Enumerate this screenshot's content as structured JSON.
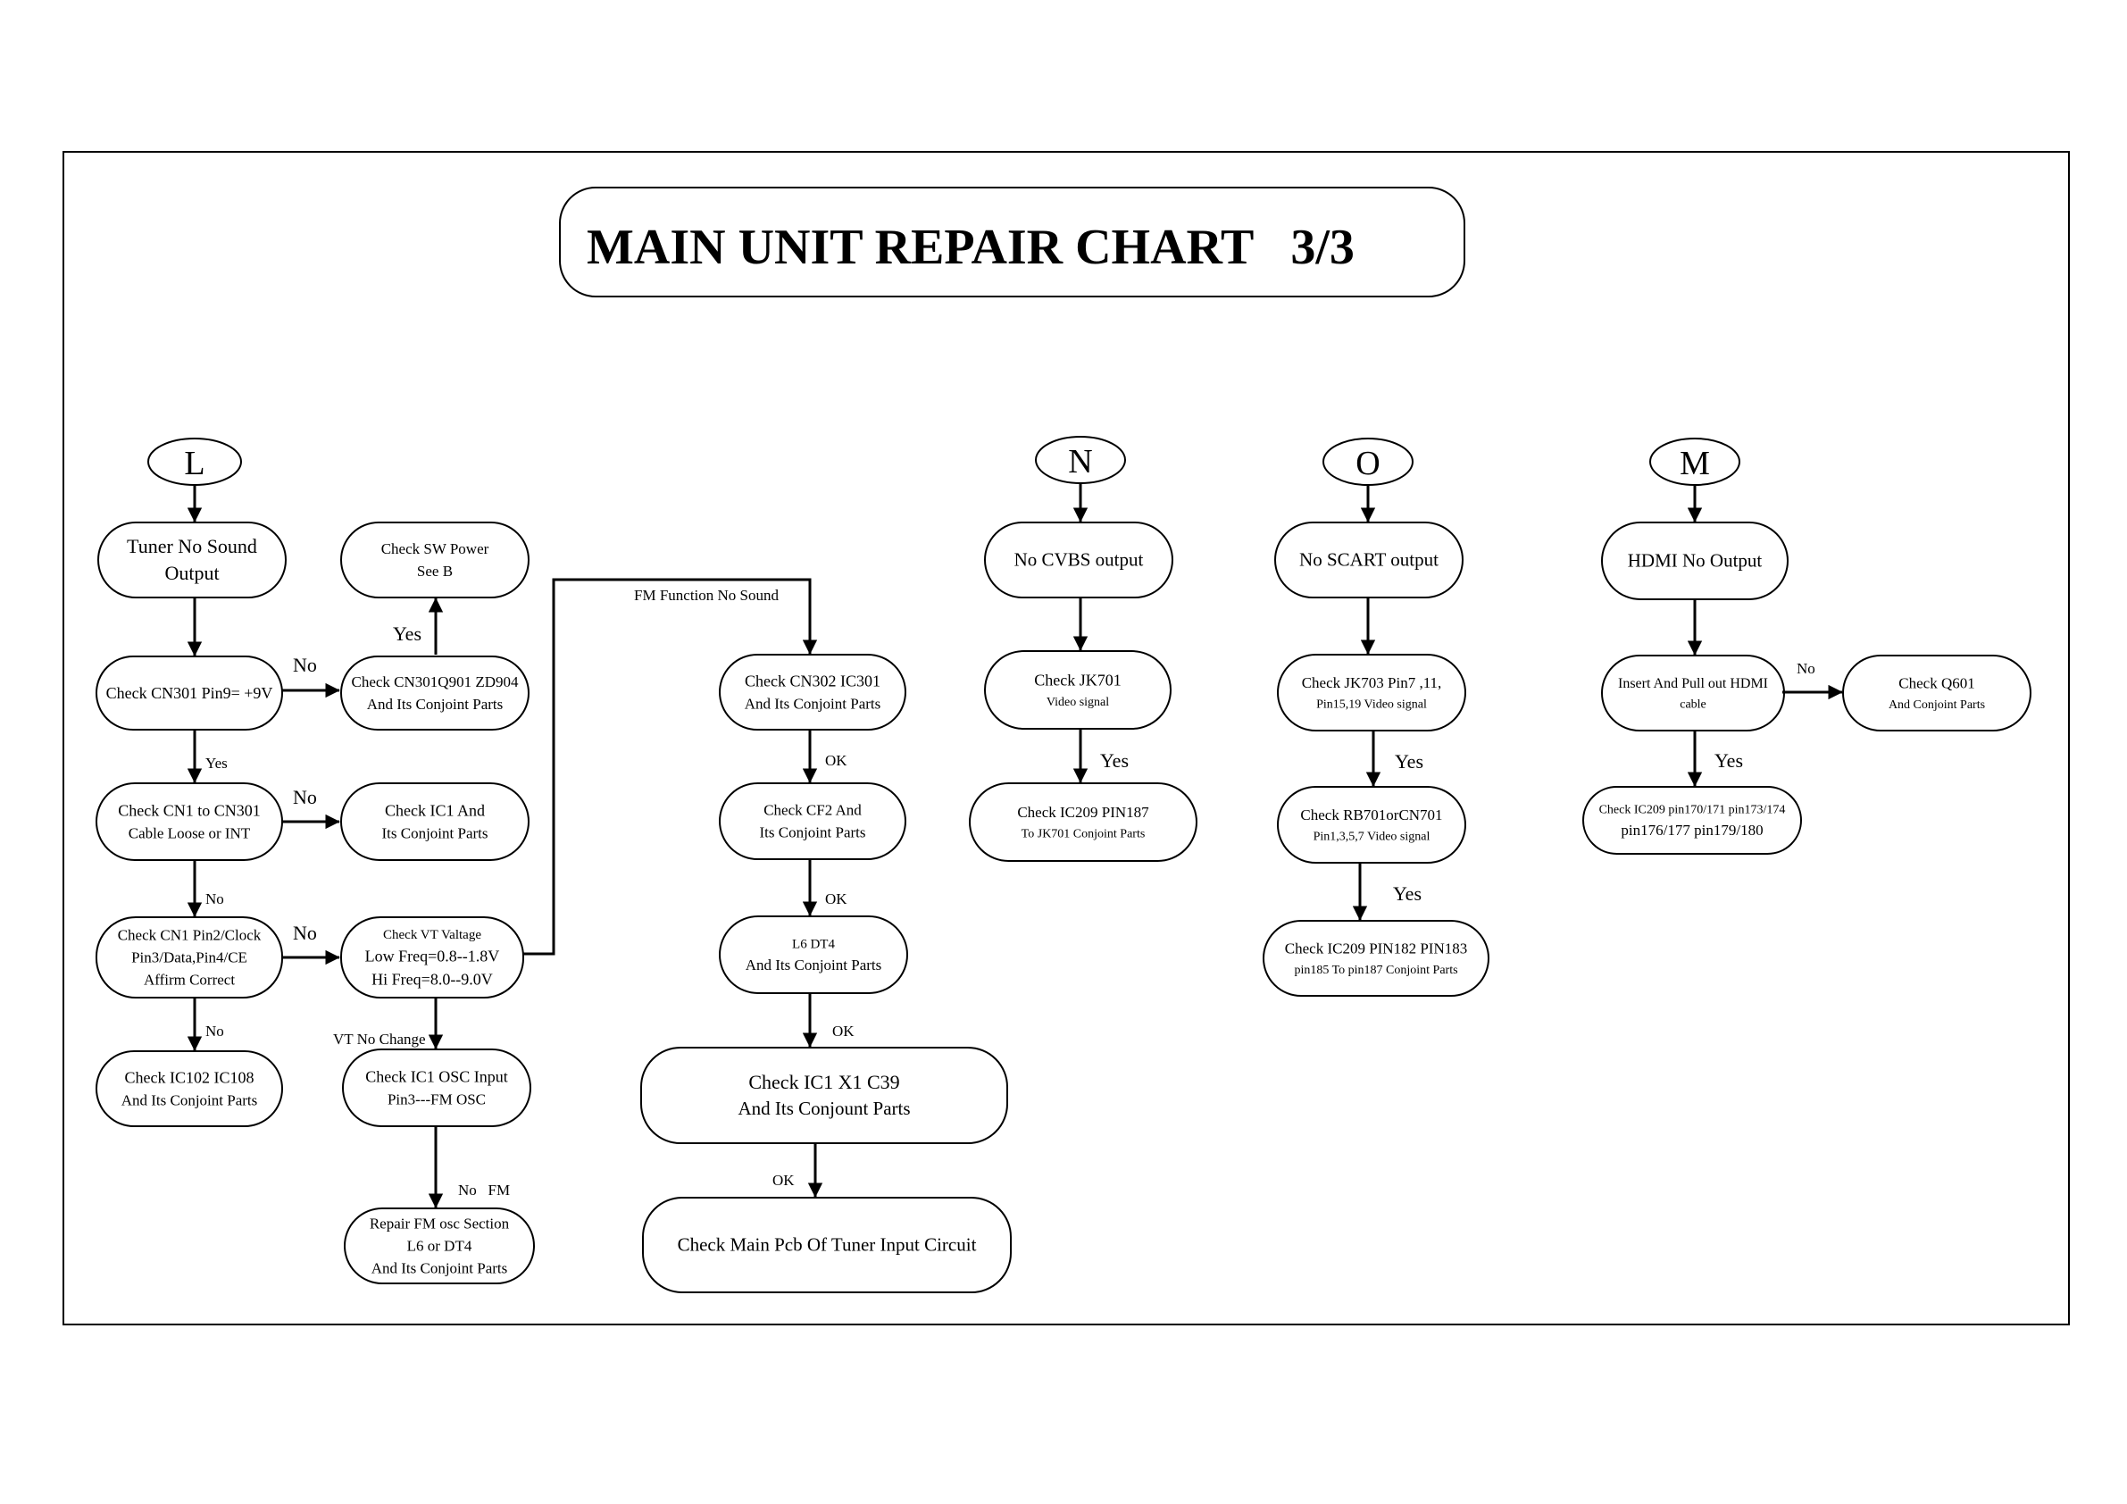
{
  "title": "MAIN UNIT REPAIR CHART   3/3",
  "connectors": {
    "L": "L",
    "N": "N",
    "O": "O",
    "M": "M"
  },
  "nodes": {
    "l_tuner": [
      "Tuner No Sound",
      "Output"
    ],
    "l_check_cn301": [
      "Check CN301 Pin9= +9V"
    ],
    "l_check_cn301q901": [
      "Check CN301Q901 ZD904",
      "And Its Conjoint Parts"
    ],
    "l_check_sw_power": [
      "Check SW Power",
      "See B"
    ],
    "l_check_cn1_cn301": [
      "Check CN1 to CN301",
      "Cable Loose or INT"
    ],
    "l_check_ic1": [
      "Check IC1 And",
      "Its Conjoint Parts"
    ],
    "l_check_cn1_pin2": [
      "Check CN1 Pin2/Clock",
      "Pin3/Data,Pin4/CE",
      "Affirm Correct"
    ],
    "l_check_vt": [
      "Check VT Valtage",
      "Low Freq=0.8--1.8V",
      "Hi Freq=8.0--9.0V"
    ],
    "l_check_ic102": [
      "Check IC102 IC108",
      "And Its Conjoint Parts"
    ],
    "l_check_ic1_osc": [
      "Check IC1 OSC Input",
      "Pin3---FM OSC"
    ],
    "l_repair_fm": [
      "Repair FM osc Section",
      "L6 or DT4",
      "And Its Conjoint Parts"
    ],
    "fm_check_cn302": [
      "Check CN302 IC301",
      "And Its Conjoint Parts"
    ],
    "fm_check_cf2": [
      "Check CF2 And",
      "Its Conjoint Parts"
    ],
    "fm_l6_dt4": [
      "L6 DT4",
      "And Its Conjoint Parts"
    ],
    "fm_check_ic1_x1": [
      "Check IC1 X1 C39",
      "And Its Conjount Parts"
    ],
    "fm_check_main_pcb": [
      "Check Main Pcb Of  Tuner Input Circuit"
    ],
    "n_no_cvbs": [
      "No CVBS output"
    ],
    "n_check_jk701": [
      "Check JK701",
      "Video signal"
    ],
    "n_check_ic209": [
      "Check IC209 PIN187",
      "To JK701  Conjoint Parts"
    ],
    "o_no_scart": [
      "No SCART output"
    ],
    "o_check_jk703": [
      "Check JK703 Pin7 ,11,",
      "Pin15,19 Video signal"
    ],
    "o_check_rb701": [
      "Check RB701orCN701",
      "Pin1,3,5,7 Video signal"
    ],
    "o_check_ic209": [
      "Check IC209 PIN182 PIN183",
      "pin185 To pin187  Conjoint Parts"
    ],
    "m_hdmi_no_output": [
      "HDMI No Output"
    ],
    "m_insert_pull": [
      "Insert And Pull out HDMI",
      "cable"
    ],
    "m_check_q601": [
      "Check Q601",
      "And Conjoint Parts"
    ],
    "m_check_ic209": [
      "Check IC209 pin170/171 pin173/174",
      "pin176/177 pin179/180"
    ]
  },
  "labels": {
    "no_cn301": "No",
    "yes_sw": "Yes",
    "yes_cn1": "Yes",
    "no_cn1": "No",
    "no_pin2": "No",
    "no_vt": "No",
    "no_ic102": "No",
    "fm_function": "FM Function No Sound",
    "vt_no_change": "VT No Change",
    "no_fm": "No   FM",
    "ok_1": "OK",
    "ok_2": "OK",
    "ok_3": "OK",
    "ok_4": "OK",
    "yes_n": "Yes",
    "yes_o1": "Yes",
    "yes_o2": "Yes",
    "no_m": "No",
    "yes_m": "Yes"
  }
}
